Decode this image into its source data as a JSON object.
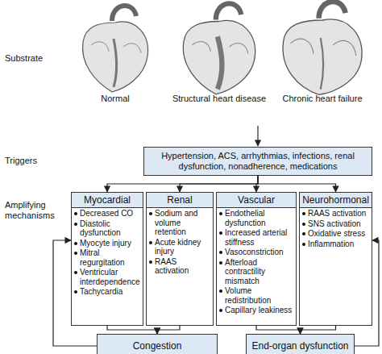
{
  "diagram": {
    "nodes": [
      {
        "text": [
          "Hypertension, ACS, arrhythmias, infections, renal dysfunction, nonadherence, medications"
        ]
      },
      {
        "text": [
          "Myocardial",
          "Decreased CO",
          "Diastolic dysfunction",
          "Myocyte injury",
          "Mitral regurgitation",
          "Ventricular interdependence",
          "Tachycardia"
        ]
      },
      {
        "text": [
          "Renal",
          "Sodium and volume retention",
          "Acute kidney injury",
          "RAAS activation"
        ]
      },
      {
        "text": [
          "Vascular",
          "Endothelial dysfunction",
          "Increased arterial stiffness",
          "Vasoconstriction",
          "Afterload contractility mismatch",
          "Volume redistribution",
          "Capillary leakiness"
        ]
      },
      {
        "text": [
          "Neurohormonal",
          "RAAS activation",
          "SNS activation",
          "Oxidative stress",
          "Inflammation"
        ]
      },
      {
        "text": [
          "Congestion"
        ]
      },
      {
        "text": [
          "End-organ dysfunction"
        ]
      }
    ],
    "edges": [
      {
        "from": 0,
        "to": 1,
        "arrow": "to"
      },
      {
        "from": 0,
        "to": 2,
        "arrow": "to"
      },
      {
        "from": 0,
        "to": 3,
        "arrow": "to"
      },
      {
        "from": 0,
        "to": 4,
        "arrow": "to"
      },
      {
        "from": 1,
        "to": 5,
        "arrow": "to"
      },
      {
        "from": 2,
        "to": 5,
        "arrow": "to"
      },
      {
        "from": 3,
        "to": 6,
        "arrow": "to"
      },
      {
        "from": 4,
        "to": 6,
        "arrow": "to"
      },
      {
        "from": 5,
        "to": 1,
        "arrow": "to"
      },
      {
        "from": 6,
        "to": 4,
        "arrow": "to"
      }
    ],
    "labels": [
      "Substrate",
      "Normal",
      "Structural heart disease",
      "Chronic heart failure",
      "Triggers",
      "Amplifying mechanisms"
    ]
  }
}
